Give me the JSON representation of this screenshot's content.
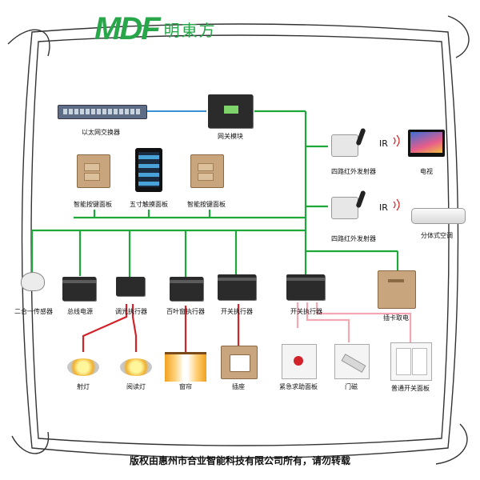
{
  "brand": {
    "logo_text": "MDF",
    "logo_cn": "明東方",
    "color": "#27a749"
  },
  "copyright": "版权由惠州市合业智能科技有限公司所有，请勿转载",
  "colors": {
    "bus": "#1fa83a",
    "ethernet": "#3a8fd6",
    "power": "#d2232a",
    "signal": "#f2a7b2",
    "ir": "#d2232a"
  },
  "devices": {
    "ethernet_switch": "以太网交换器",
    "gateway": "网关模块",
    "ir_4ch_a": "四路红外发射器",
    "ir_4ch_b": "四路红外发射器",
    "tv": "电视",
    "aircon": "分体式空调",
    "key_panel_left": "智能按键面板",
    "touch_panel": "五寸触摸面板",
    "key_panel_right": "智能按键面板",
    "sensor": "二合一传感器",
    "bus_power": "总线电源",
    "dimmer": "调光执行器",
    "curtain_actuator": "百叶窗执行器",
    "switch_actuator_1": "开关执行器",
    "switch_actuator_2": "开关执行器",
    "card_switch": "插卡取电",
    "spotlight": "射灯",
    "reading_lamp": "阅读灯",
    "curtain": "窗帘",
    "socket": "插座",
    "emergency_button": "紧急求助面板",
    "door_magnet": "门磁",
    "normal_switch": "普通开关面板"
  },
  "ir_symbol": "IR"
}
